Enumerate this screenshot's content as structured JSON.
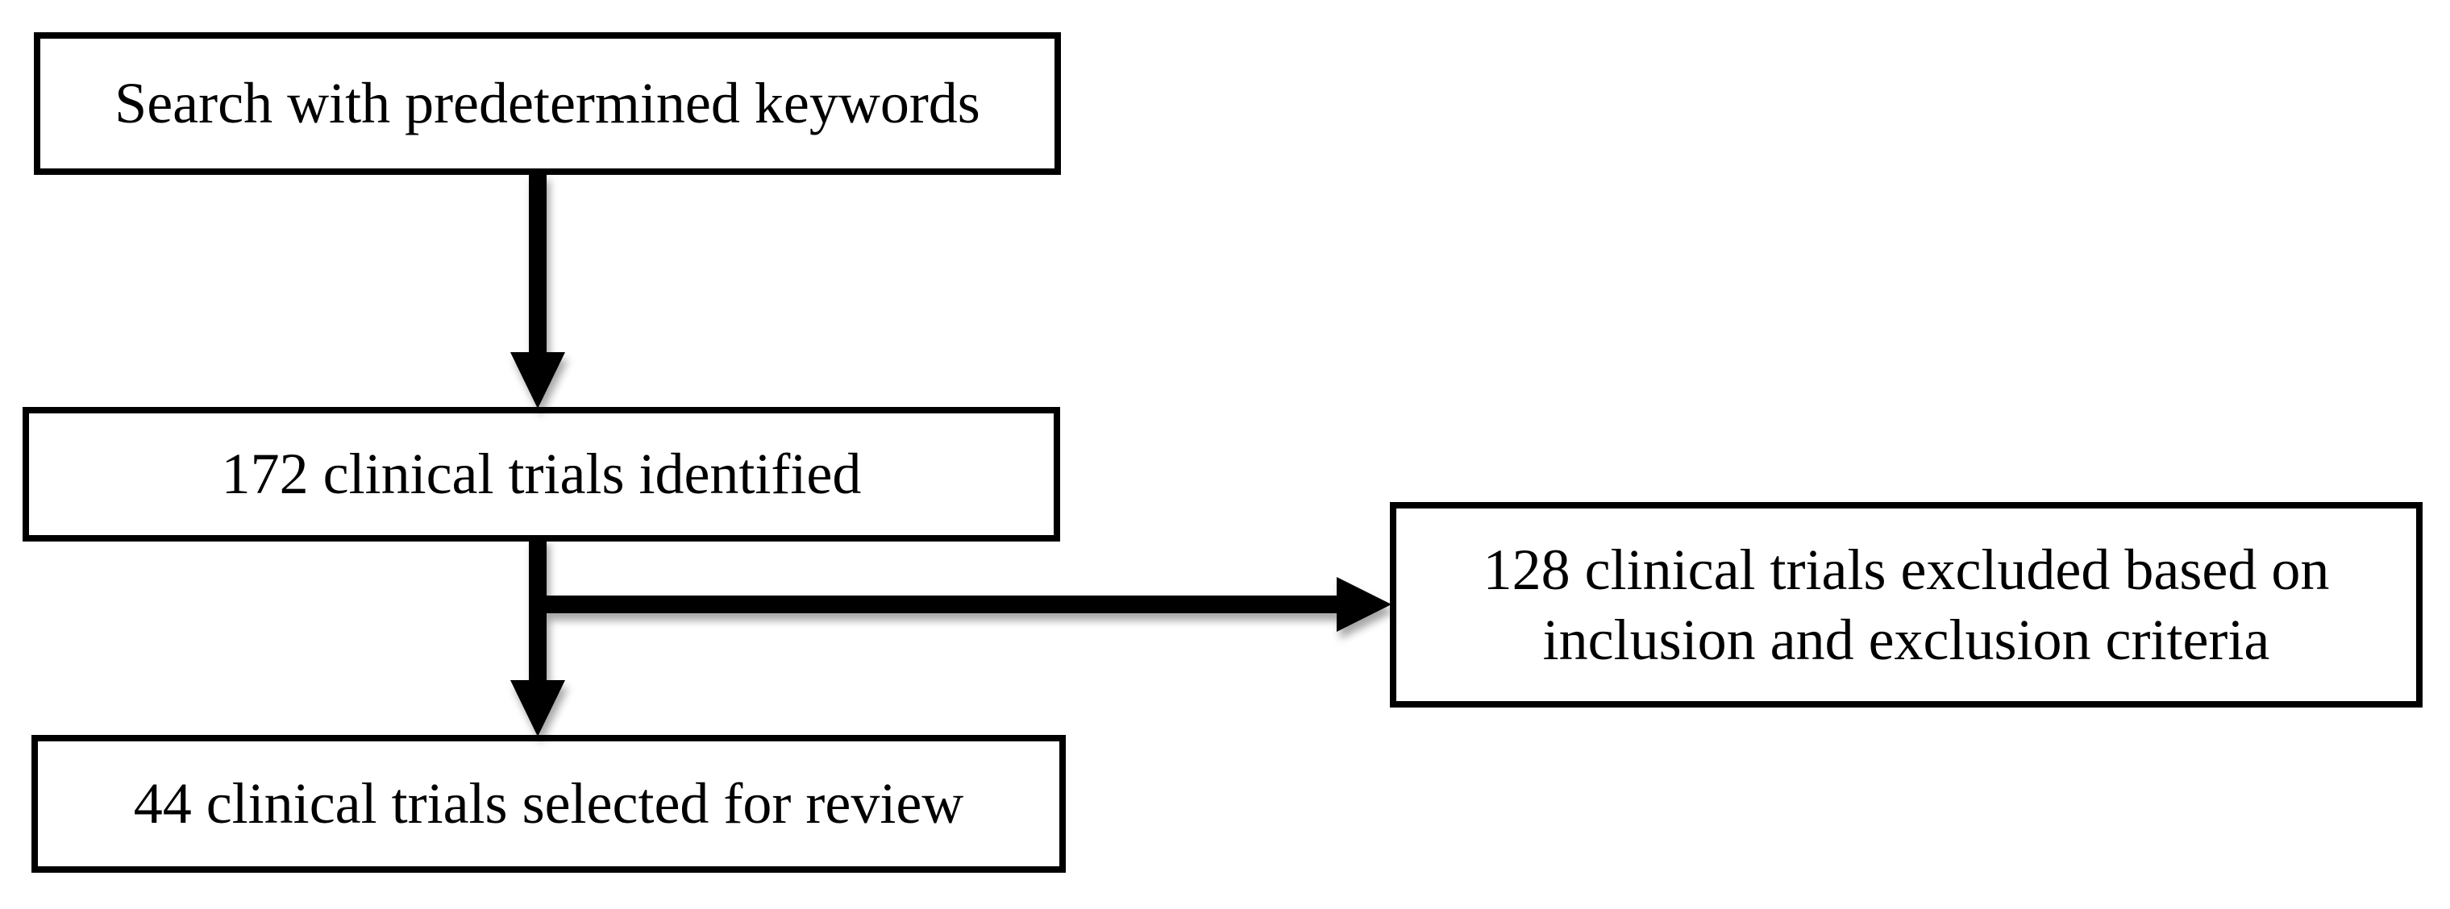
{
  "colors": {
    "background": "#ffffff",
    "box_fill": "#ffffff",
    "box_border": "#000000",
    "text": "#000000",
    "arrow": "#000000"
  },
  "flowchart": {
    "nodes": {
      "search": {
        "label": "Search with predetermined keywords"
      },
      "identified": {
        "label": "172 clinical trials identified"
      },
      "excluded": {
        "line1": "128 clinical trials excluded based on",
        "line2": "inclusion and exclusion criteria"
      },
      "selected": {
        "label": "44 clinical trials selected for review"
      }
    },
    "edges": [
      {
        "from": "search",
        "to": "identified",
        "type": "arrow-down"
      },
      {
        "from": "identified",
        "to": "selected",
        "type": "arrow-down"
      },
      {
        "from": "identified",
        "to": "excluded",
        "type": "arrow-right"
      }
    ]
  }
}
